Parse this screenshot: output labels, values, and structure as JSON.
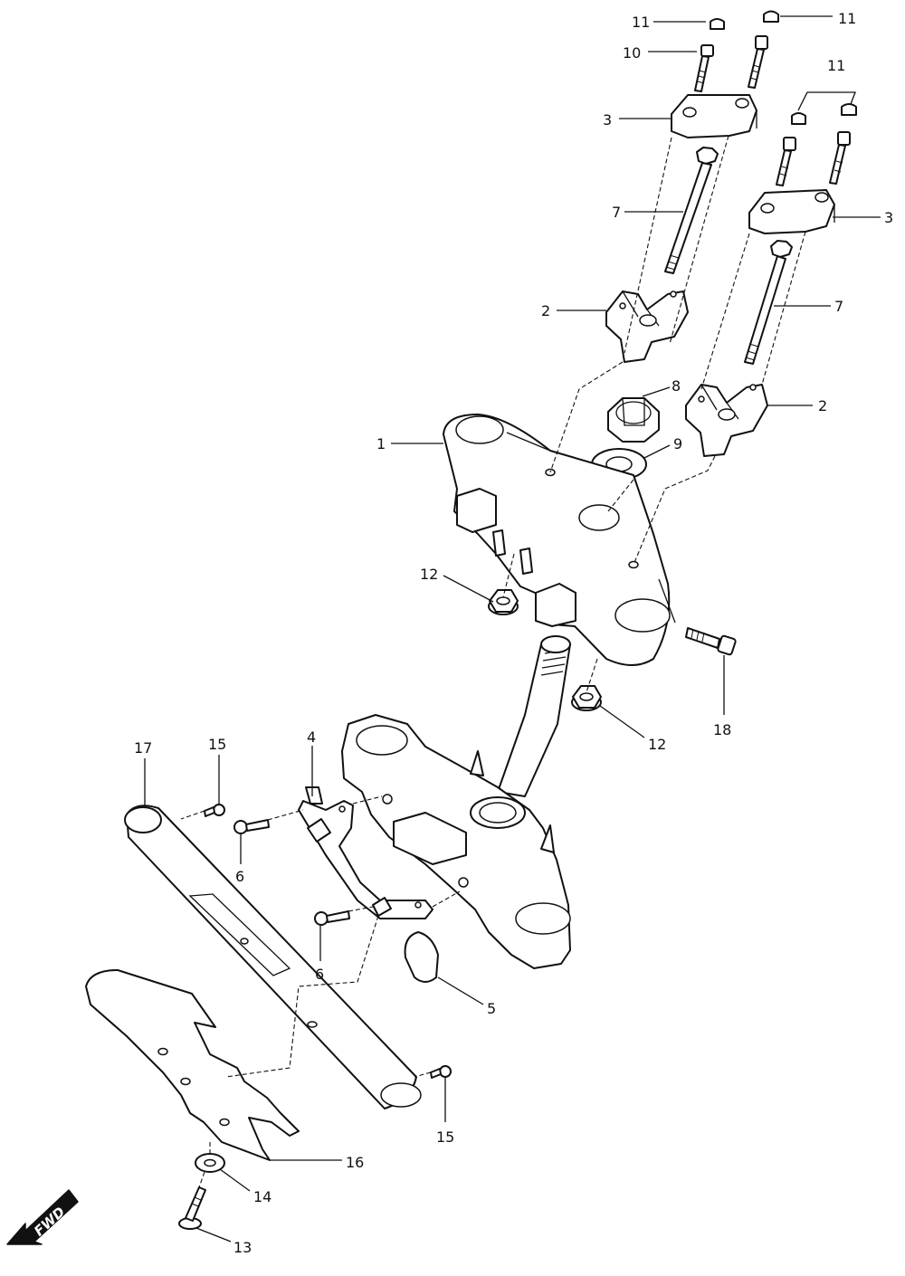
{
  "callouts": [
    {
      "label": "11"
    },
    {
      "label": "11"
    },
    {
      "label": "10"
    },
    {
      "label": "11"
    },
    {
      "label": "3"
    },
    {
      "label": "3"
    },
    {
      "label": "7"
    },
    {
      "label": "7"
    },
    {
      "label": "2"
    },
    {
      "label": "2"
    },
    {
      "label": "8"
    },
    {
      "label": "1"
    },
    {
      "label": "9"
    },
    {
      "label": "12"
    },
    {
      "label": "12"
    },
    {
      "label": "18"
    },
    {
      "label": "17"
    },
    {
      "label": "15"
    },
    {
      "label": "4"
    },
    {
      "label": "6"
    },
    {
      "label": "6"
    },
    {
      "label": "5"
    },
    {
      "label": "15"
    },
    {
      "label": "16"
    },
    {
      "label": "14"
    },
    {
      "label": "13"
    }
  ],
  "direction_badge": {
    "label": "FWD"
  }
}
